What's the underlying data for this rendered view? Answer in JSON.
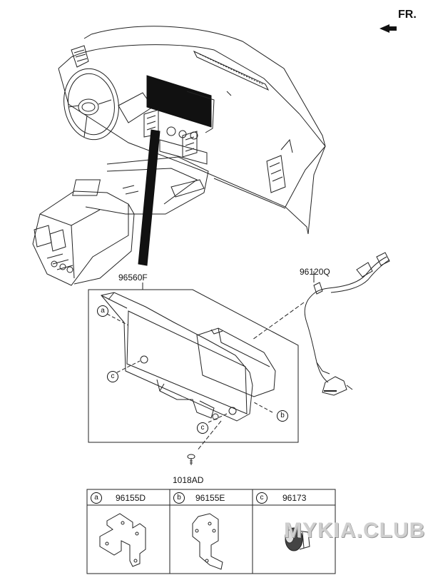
{
  "direction_label": "FR.",
  "parts": {
    "monitor": "96560F",
    "wiring": "96120Q",
    "screw": "1018AD"
  },
  "callouts": {
    "a": "a",
    "b": "b",
    "c": "c"
  },
  "legend": [
    {
      "key": "a",
      "part": "96155D",
      "icon": "bracket-a-icon"
    },
    {
      "key": "b",
      "part": "96155E",
      "icon": "bracket-b-icon"
    },
    {
      "key": "c",
      "part": "96173",
      "icon": "clip-icon"
    }
  ],
  "watermark": "MYKIA.CLUB"
}
